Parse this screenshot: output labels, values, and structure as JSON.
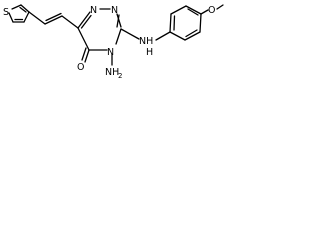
{
  "molecule": {
    "labels": {
      "thiophene_s": "S",
      "triazine_n1": "N",
      "triazine_n2": "N",
      "triazine_n4": "N",
      "amino_n": "NH",
      "nh_h": "H",
      "carbonyl_o": "O",
      "methoxy_o": "O",
      "amino_nh2": "NH",
      "nh2_sub": "2"
    }
  }
}
